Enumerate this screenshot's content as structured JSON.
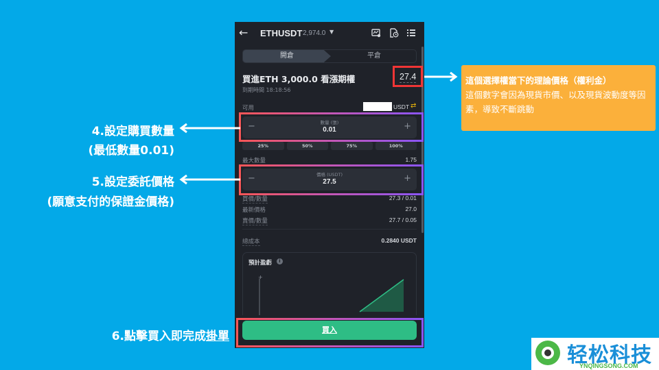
{
  "app": {
    "symbol": "ETHUSDT",
    "symbol_price": "2,974.0",
    "tabs": [
      {
        "label": "開倉",
        "active": true
      },
      {
        "label": "平倉",
        "active": false
      }
    ]
  },
  "order": {
    "title": "買進ETH 3,000.0 看漲期權",
    "expiry": "到期時間 18:18:56",
    "premium": "27.4",
    "available_label": "可用",
    "available_unit": "USDT",
    "quantity": {
      "label": "數量 (張)",
      "value": "0.01"
    },
    "percent_options": [
      "25%",
      "50%",
      "75%",
      "100%"
    ],
    "max_qty": {
      "label": "最大數量",
      "value": "1.75"
    },
    "price": {
      "label": "價格 (USDT)",
      "value": "27.5"
    },
    "market": [
      {
        "label": "買價/數量",
        "value": "27.3 / 0.01"
      },
      {
        "label": "最新價格",
        "value": "27.0"
      },
      {
        "label": "賣價/數量",
        "value": "27.7 / 0.05"
      }
    ],
    "total_cost": {
      "label": "總成本",
      "value": "0.2840 USDT"
    },
    "pnl_chart": {
      "title": "預計盈虧",
      "axis_plus": "+"
    },
    "buy_label": "買入"
  },
  "annotations": {
    "step4_line1": "4.設定購買數量",
    "step4_line2": "(最低數量0.01)",
    "step5_line1": "5.設定委託價格",
    "step5_line2": "(願意支付的保證金價格)",
    "step6_pre": "6.點擊買入即完成",
    "step6_underlined": "掛單",
    "callout_heading": "這個選擇權當下的理論價格（權利金）",
    "callout_body": "這個數字會因為現貨市價、以及現貨波動度等因素，導致不斷跳動"
  },
  "logo": {
    "cn": "轻松科技",
    "en": "YNQINGSONG.COM"
  },
  "colors": {
    "background": "#03a9e8",
    "panel": "#1f2229",
    "buy_green": "#2ebd85",
    "callout_orange": "#fbb03b",
    "highlight_red": "#f03535",
    "highlight_purple": "#8a55f5",
    "accent_yellow": "#f0b90b"
  }
}
